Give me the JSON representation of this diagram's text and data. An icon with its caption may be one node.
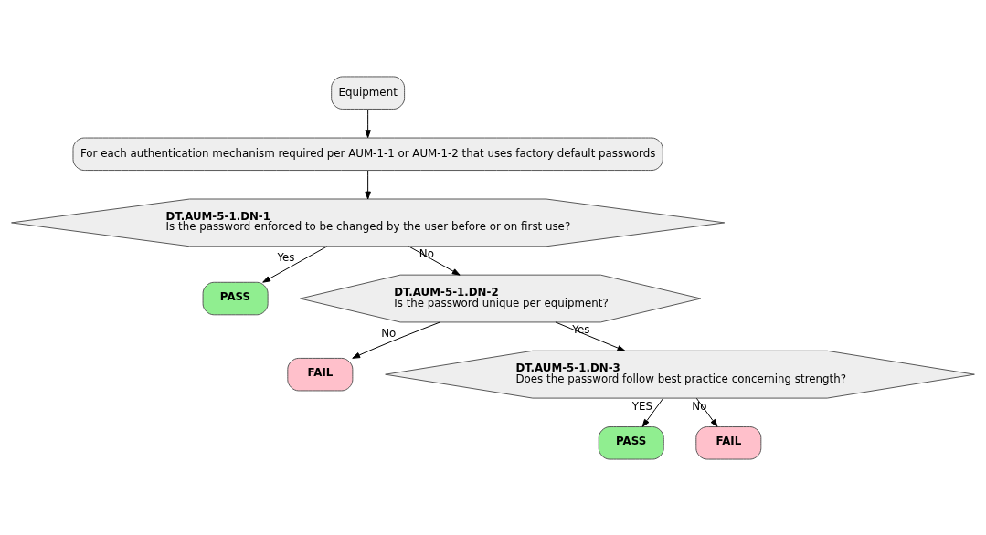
{
  "diagram": {
    "nodes": [
      {
        "text": [
          "Equipment"
        ]
      },
      {
        "text": [
          "For each authentication mechanism required per AUM-1-1 or AUM-1-2 that uses factory default passwords"
        ]
      },
      {
        "text": [
          "DT.AUM-5-1.DN-1",
          "Is the password enforced to be changed by the user before or on first use?"
        ]
      },
      {
        "text": [
          "PASS"
        ]
      },
      {
        "text": [
          "DT.AUM-5-1.DN-2",
          "Is the password unique per equipment?"
        ]
      },
      {
        "text": [
          "FAIL"
        ]
      },
      {
        "text": [
          "DT.AUM-5-1.DN-3",
          "Does the password follow best practice concerning strength?"
        ]
      },
      {
        "text": [
          "PASS"
        ]
      },
      {
        "text": [
          "FAIL"
        ]
      }
    ],
    "edges": [
      {
        "from": 0,
        "to": 1,
        "arrow": "to"
      },
      {
        "from": 1,
        "to": 2,
        "arrow": "to"
      },
      {
        "from": 2,
        "to": 3,
        "arrow": "to",
        "label": "Yes"
      },
      {
        "from": 2,
        "to": 4,
        "arrow": "to",
        "label": "No"
      },
      {
        "from": 4,
        "to": 6,
        "arrow": "to",
        "label": "Yes"
      },
      {
        "from": 4,
        "to": 5,
        "arrow": "to",
        "label": "No"
      },
      {
        "from": 6,
        "to": 7,
        "arrow": "to",
        "label": "YES"
      },
      {
        "from": 6,
        "to": 8,
        "arrow": "to",
        "label": "No"
      }
    ]
  }
}
